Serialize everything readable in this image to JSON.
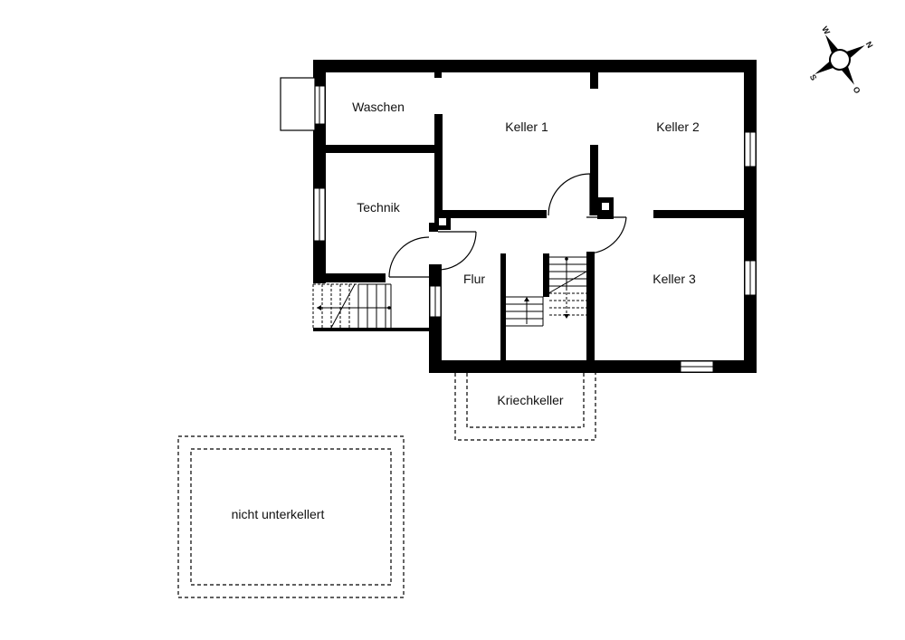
{
  "floorplan": {
    "rooms": [
      {
        "id": "waschen",
        "label": "Waschen"
      },
      {
        "id": "keller1",
        "label": "Keller 1"
      },
      {
        "id": "keller2",
        "label": "Keller 2"
      },
      {
        "id": "technik",
        "label": "Technik"
      },
      {
        "id": "flur",
        "label": "Flur"
      },
      {
        "id": "keller3",
        "label": "Keller 3"
      },
      {
        "id": "kriechkeller",
        "label": "Kriechkeller"
      },
      {
        "id": "nicht-unterkellert",
        "label": "nicht unterkellert"
      }
    ]
  },
  "compass": {
    "north": "N",
    "east": "O",
    "south": "S",
    "west": "W",
    "icon": "compass-rose-icon"
  }
}
